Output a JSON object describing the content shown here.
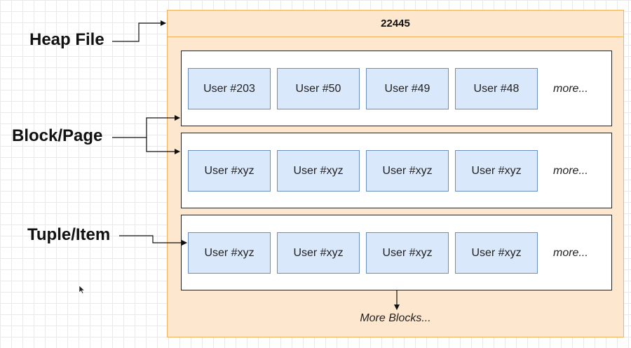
{
  "heap_file": {
    "title": "22445",
    "blocks": [
      {
        "tuples": [
          "User #203",
          "User #50",
          "User #49",
          "User #48"
        ],
        "more": "more..."
      },
      {
        "tuples": [
          "User #xyz",
          "User #xyz",
          "User #xyz",
          "User #xyz"
        ],
        "more": "more..."
      },
      {
        "tuples": [
          "User #xyz",
          "User #xyz",
          "User #xyz",
          "User #xyz"
        ],
        "more": "more..."
      }
    ],
    "more_blocks": "More Blocks..."
  },
  "labels": {
    "heap_file": "Heap File",
    "block_page": "Block/Page",
    "tuple_item": "Tuple/Item"
  }
}
